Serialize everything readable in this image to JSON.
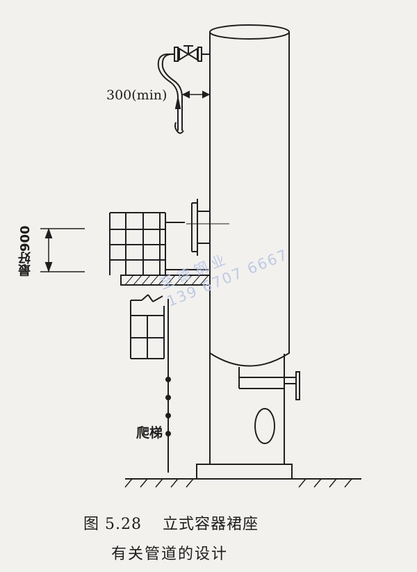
{
  "figure": {
    "label_clearance": "300(min)",
    "label_preferably": "最好900",
    "label_ladder": "爬梯",
    "caption_number": "图 5.28",
    "caption_title_line1": "立式容器裙座",
    "caption_title_line2": "有关管道的设计"
  },
  "watermark": {
    "line1": "至 德 钢 业",
    "line2": "139 6707 6667"
  }
}
